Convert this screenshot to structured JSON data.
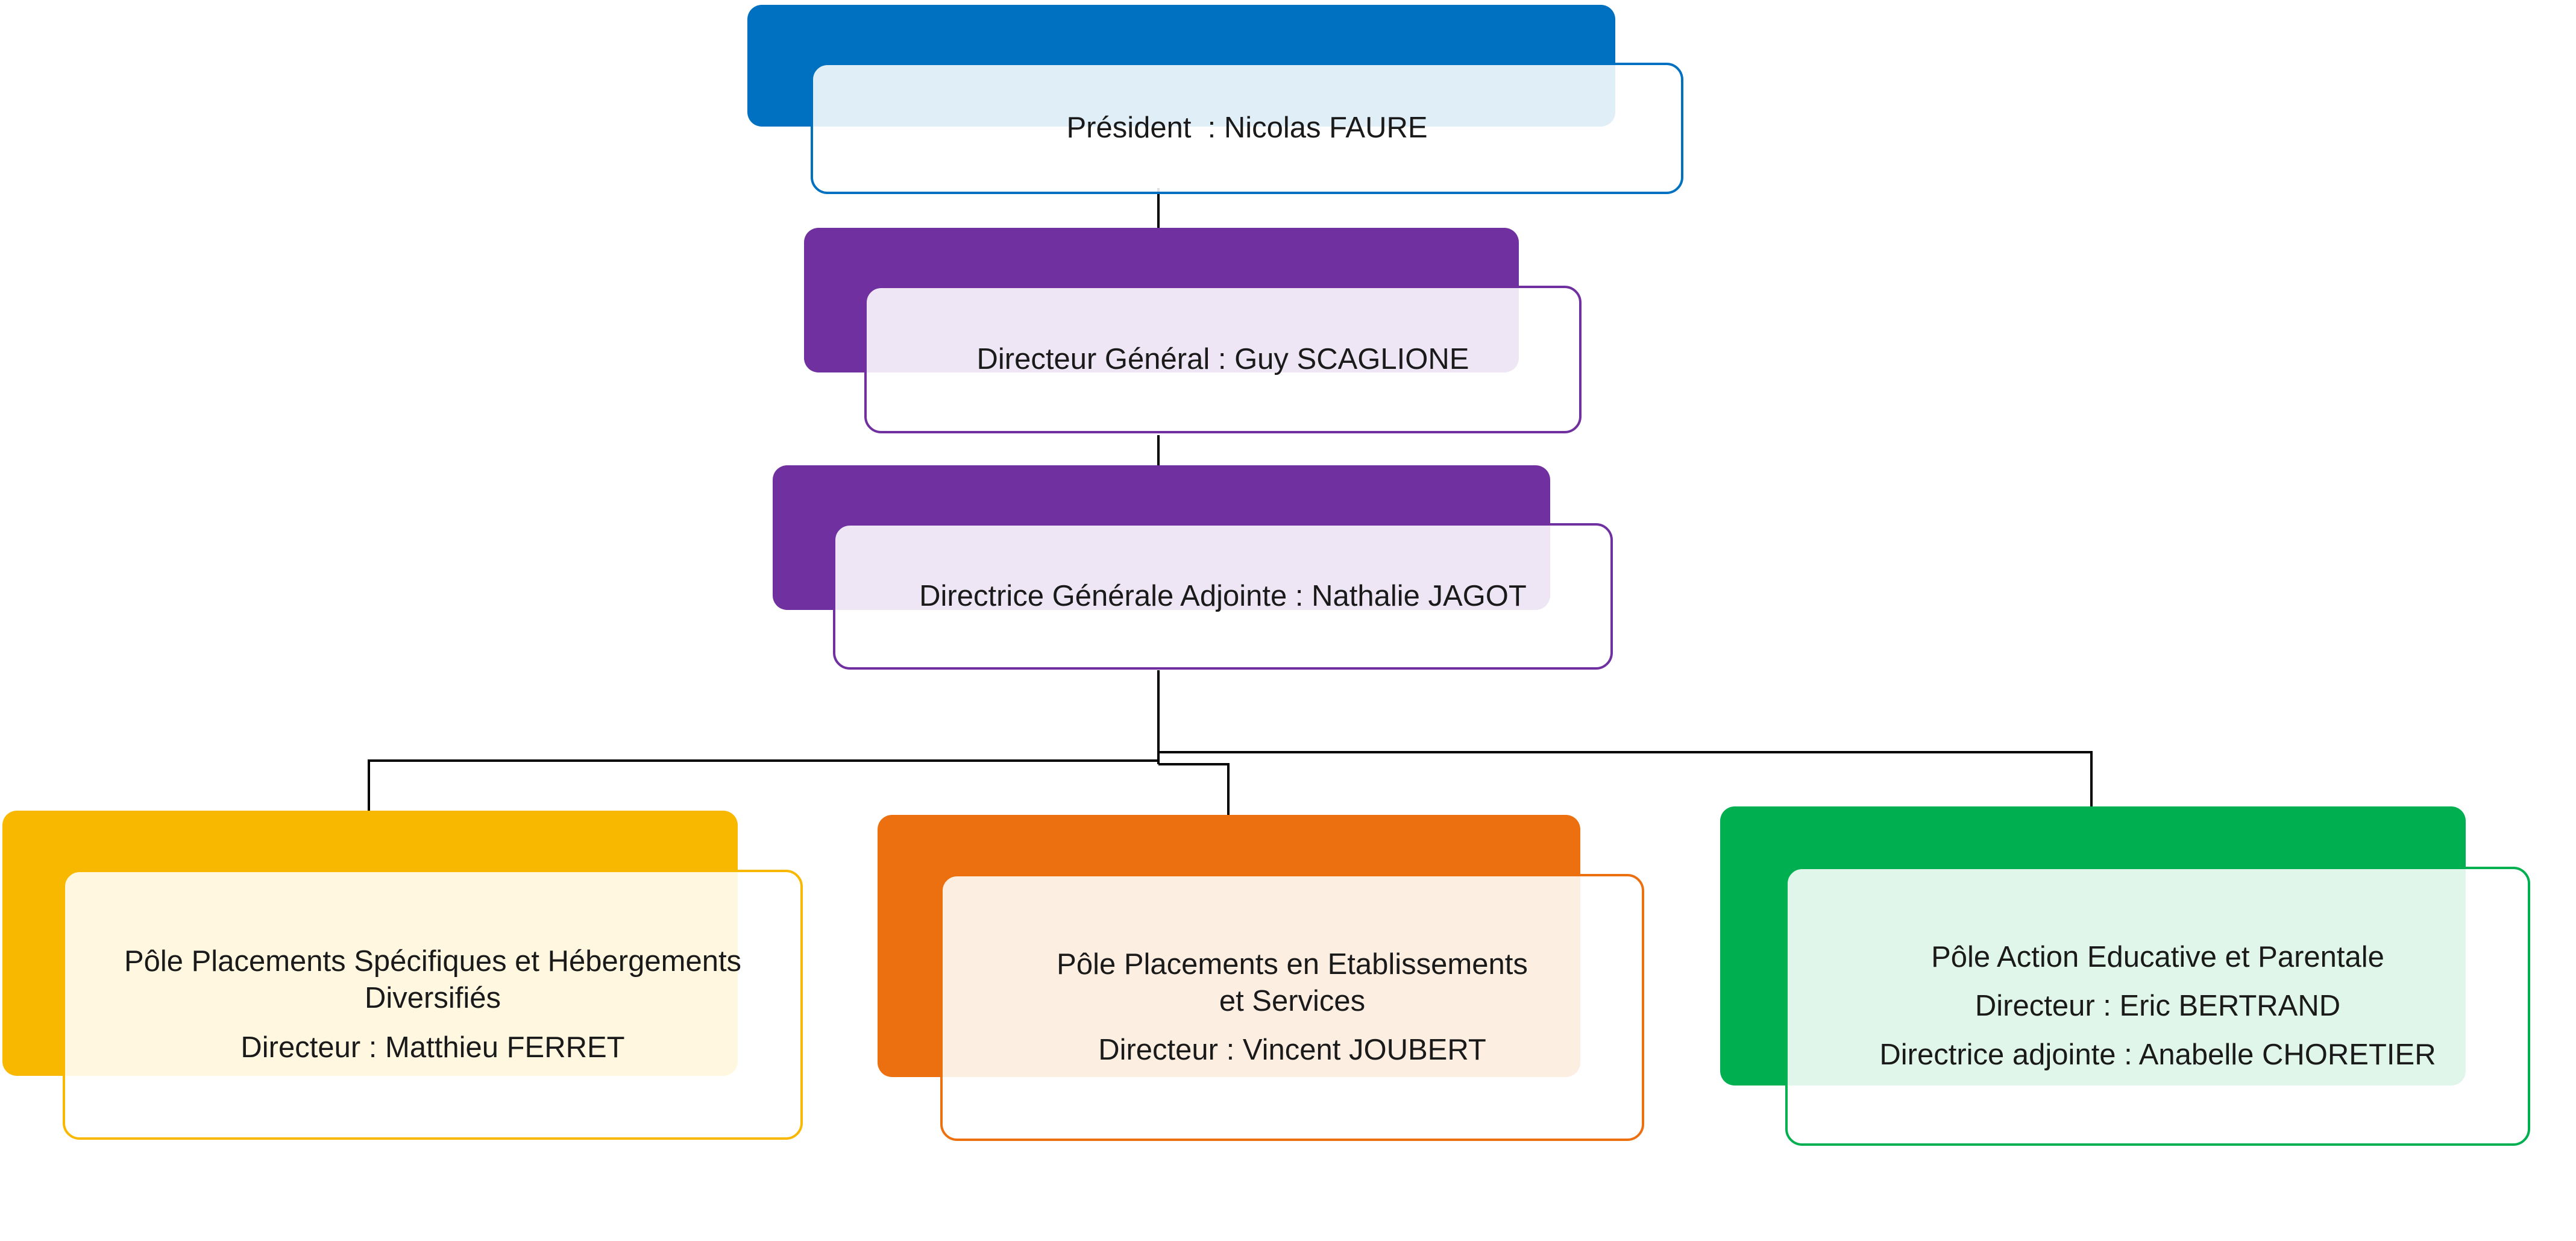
{
  "nodes": {
    "president": {
      "lines": [
        "Président  : Nicolas FAURE"
      ],
      "back_color": "#0070c0",
      "border_color": "#0070c0",
      "tint": "#e6f1fa"
    },
    "dg": {
      "lines": [
        "Directeur Général : Guy SCAGLIONE"
      ],
      "back_color": "#7030a0",
      "border_color": "#7030a0",
      "tint": "#f0ebf5"
    },
    "dga": {
      "lines": [
        "Directrice Générale Adjointe : Nathalie JAGOT"
      ],
      "back_color": "#7030a0",
      "border_color": "#7030a0",
      "tint": "#f0ebf5"
    },
    "pole1": {
      "title_lines": [
        "Pôle Placements Spécifiques et Hébergements",
        "Diversifiés"
      ],
      "director": "Directeur : Matthieu FERRET",
      "back_color": "#f9b800",
      "border_color": "#f9b800",
      "tint": "#fef7e6"
    },
    "pole2": {
      "title_lines": [
        "Pôle Placements en Etablissements",
        "et Services"
      ],
      "director": "Directeur : Vincent JOUBERT",
      "back_color": "#ed7010",
      "border_color": "#ed7010",
      "tint": "#fdf0e6"
    },
    "pole3": {
      "title_lines": [
        "Pôle Action Educative et Parentale"
      ],
      "director": "Directeur : Eric BERTRAND",
      "deputy": "Directrice adjointe : Anabelle CHORETIER",
      "back_color": "#00b050",
      "border_color": "#00b050",
      "tint": "#e6f6ec"
    }
  },
  "connector_color": "#000000"
}
